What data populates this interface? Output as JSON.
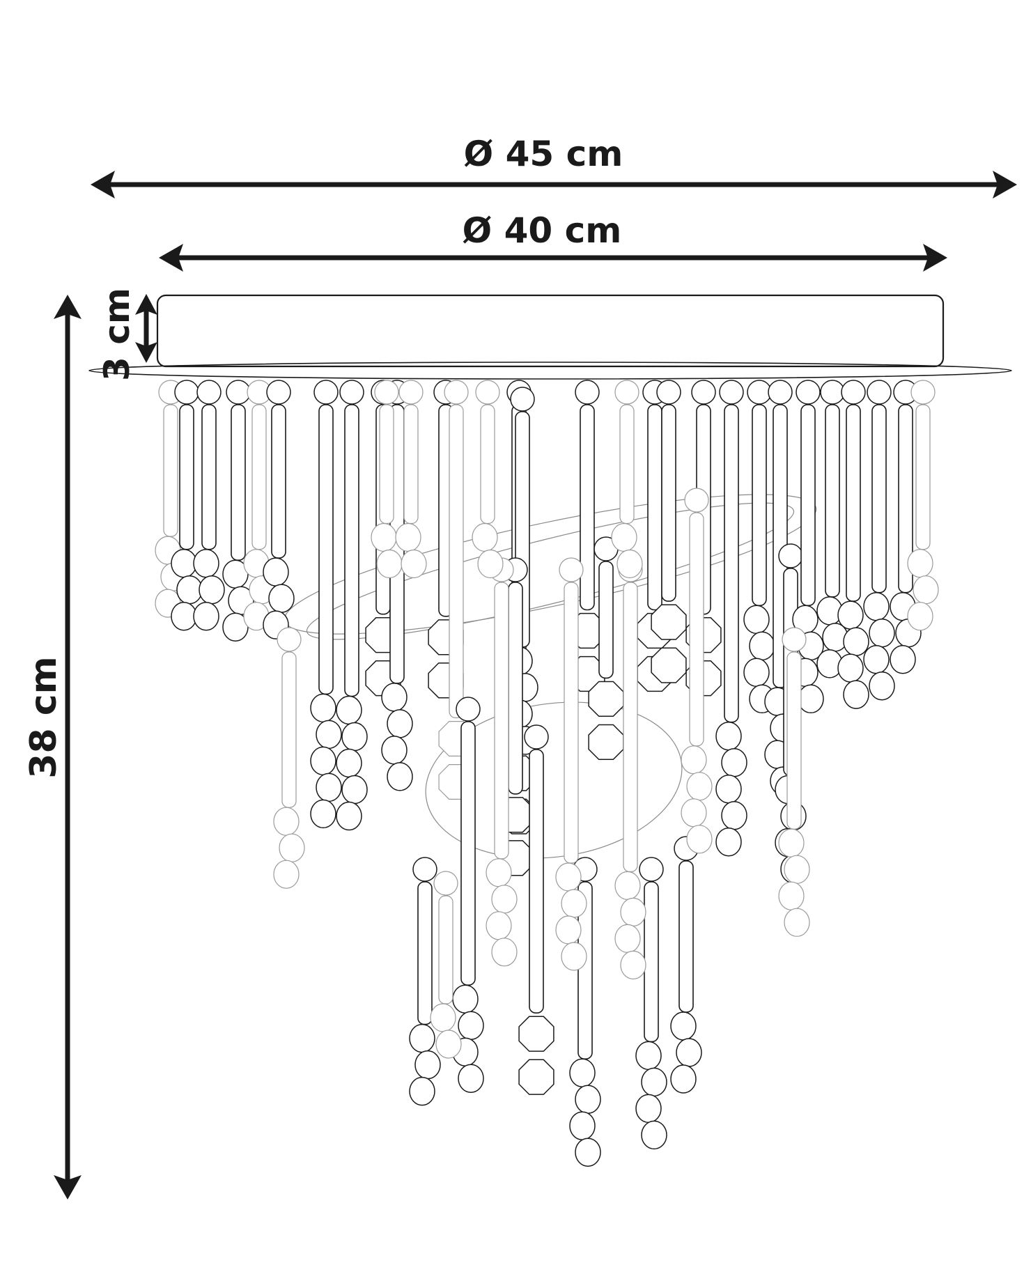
{
  "dimensions": {
    "outer_diameter": "Ø 45 cm",
    "canopy_diameter": "Ø 40 cm",
    "canopy_height": "3 cm",
    "total_height": "38 cm"
  },
  "colors": {
    "line": "#1a1a1a",
    "faint_line": "#9a9a9a",
    "background": "#ffffff"
  },
  "icon": "crystal-chandelier-line-drawing"
}
